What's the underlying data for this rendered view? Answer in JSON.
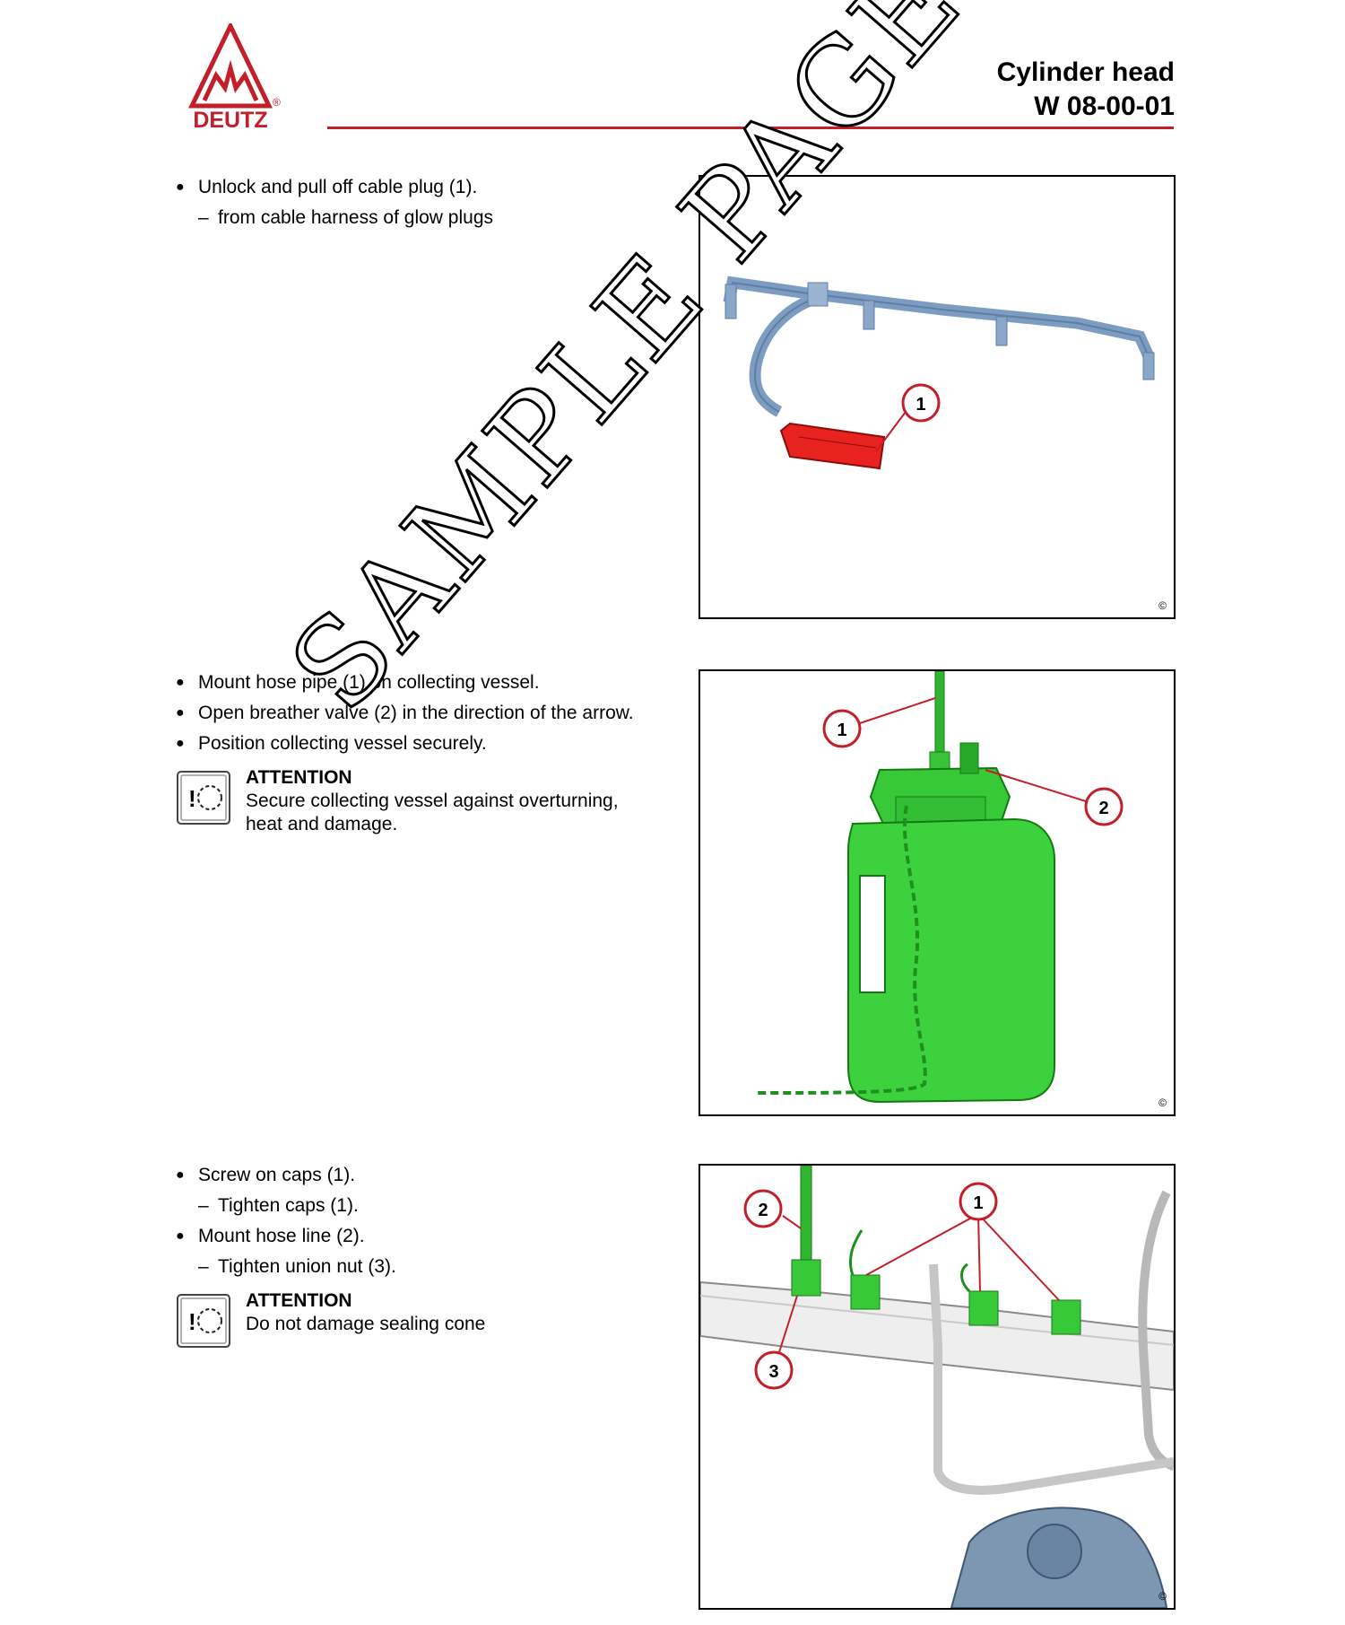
{
  "header": {
    "brand": "DEUTZ",
    "registered": "®",
    "title": "Cylinder head",
    "doc_number": "W 08-00-01",
    "accent_color": "#c41e2a"
  },
  "sections": [
    {
      "items": [
        {
          "type": "bullet",
          "text": "Unlock and pull off cable plug (1)."
        },
        {
          "type": "sub",
          "text": "from cable harness of glow plugs"
        }
      ],
      "figure": {
        "callouts": [
          "1"
        ],
        "copyright": "©"
      }
    },
    {
      "items": [
        {
          "type": "bullet",
          "text": "Mount hose pipe (1) on collecting vessel."
        },
        {
          "type": "bullet",
          "text": "Open breather valve (2) in the direction of the arrow."
        },
        {
          "type": "bullet",
          "text": "Position collecting vessel securely."
        }
      ],
      "attention": {
        "title": "ATTENTION",
        "lines": [
          "Secure collecting vessel against overturning,",
          "heat and damage."
        ]
      },
      "figure": {
        "callouts": [
          "1",
          "2"
        ],
        "copyright": "©"
      }
    },
    {
      "items": [
        {
          "type": "bullet",
          "text": "Screw on caps (1)."
        },
        {
          "type": "sub",
          "text": "Tighten caps (1)."
        },
        {
          "type": "bullet",
          "text": "Mount hose line (2)."
        },
        {
          "type": "sub",
          "text": "Tighten union nut (3)."
        }
      ],
      "attention": {
        "title": "ATTENTION",
        "lines": [
          "Do not damage sealing cone"
        ]
      },
      "figure": {
        "callouts": [
          "2",
          "1",
          "3"
        ],
        "copyright": "©"
      }
    }
  ],
  "watermark": "SAMPLE PAGE",
  "dash": "–"
}
